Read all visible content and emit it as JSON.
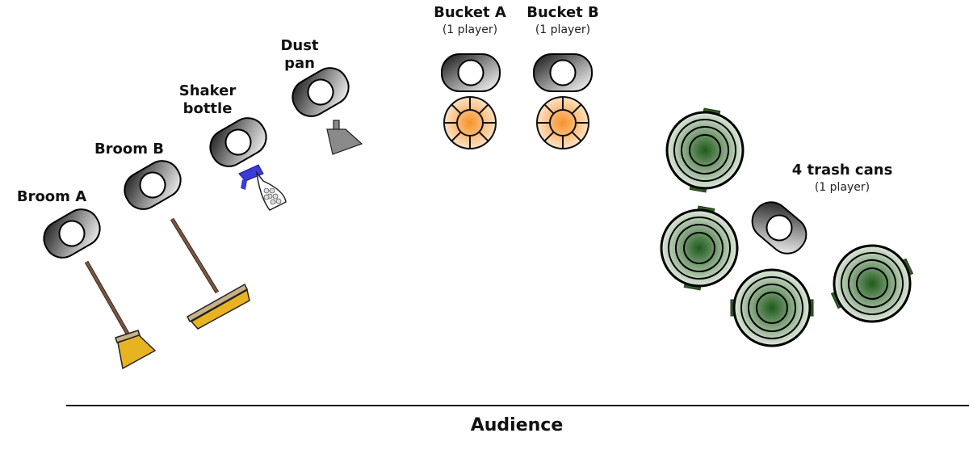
{
  "title": "Stage plot",
  "stations": [
    {
      "id": "broom-a",
      "label": "Broom A",
      "sublabel": null,
      "prop": "broom"
    },
    {
      "id": "broom-b",
      "label": "Broom B",
      "sublabel": null,
      "prop": "push-broom"
    },
    {
      "id": "shaker-bottle",
      "label_lines": [
        "Shaker",
        "bottle"
      ],
      "sublabel": null,
      "prop": "spray-bottle"
    },
    {
      "id": "dust-pan",
      "label_lines": [
        "Dust",
        "pan"
      ],
      "sublabel": null,
      "prop": "dust-pan"
    },
    {
      "id": "bucket-a",
      "label": "Bucket A",
      "sublabel": "(1 player)",
      "prop": "bucket"
    },
    {
      "id": "bucket-b",
      "label": "Bucket B",
      "sublabel": "(1 player)",
      "prop": "bucket"
    },
    {
      "id": "trash-cans",
      "label": "4 trash cans",
      "sublabel": "(1 player)",
      "prop": "trash-can",
      "count": 4
    }
  ],
  "audience_label": "Audience",
  "colors": {
    "bucket_fill": "#f7a24a",
    "trash_can_fill": "#2f6b2a",
    "trash_can_handle": "#2e5e22",
    "broom_head": "#e8b321",
    "broom_handle": "#7a5540",
    "spray_trigger": "#3b3bdb",
    "dust_pan": "#8a8a8a"
  }
}
